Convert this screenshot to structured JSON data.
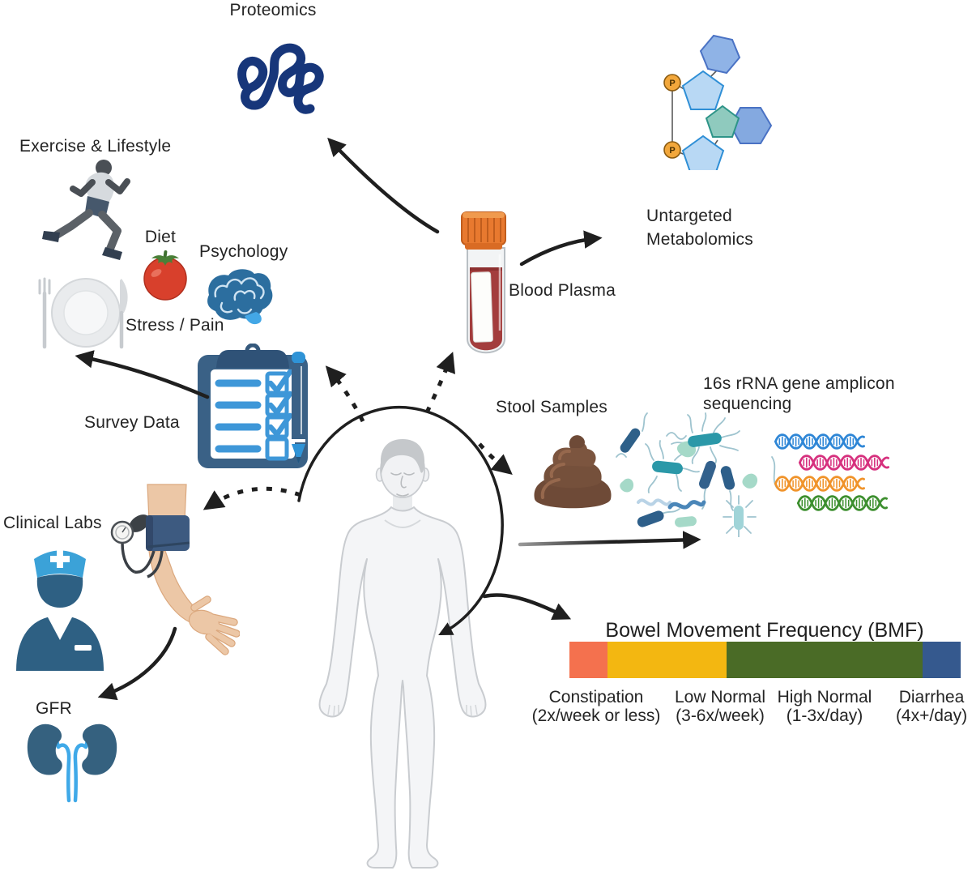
{
  "figure_type": "study-overview-diagram",
  "labels": {
    "proteomics": "Proteomics",
    "untargeted_metabolomics_line1": "Untargeted",
    "untargeted_metabolomics_line2": "Metabolomics",
    "exercise_lifestyle": "Exercise & Lifestyle",
    "diet": "Diet",
    "psychology": "Psychology",
    "stress_pain": "Stress / Pain",
    "survey_data": "Survey Data",
    "clinical_labs": "Clinical Labs",
    "gfr": "GFR",
    "blood_plasma": "Blood Plasma",
    "stool_samples": "Stool Samples",
    "sequencing_line1": "16s rRNA gene amplicon",
    "sequencing_line2": "sequencing",
    "phosphate": "P"
  },
  "bmf": {
    "title": "Bowel Movement Frequency (BMF)",
    "segments": [
      {
        "name": "Constipation",
        "range": "(2x/week or less)",
        "color": "#f4714e",
        "width_pct": 9.7
      },
      {
        "name": "Low Normal",
        "range": "(3-6x/week)",
        "color": "#f3b711",
        "width_pct": 30.5
      },
      {
        "name": "High Normal",
        "range": "(1-3x/day)",
        "color": "#4a6b26",
        "width_pct": 50.1
      },
      {
        "name": "Diarrhea",
        "range": "(4x+/day)",
        "color": "#35598e",
        "width_pct": 9.7
      }
    ]
  },
  "dna_colors": [
    "#2e86d6",
    "#d6317e",
    "#f0932a",
    "#3d8f2f"
  ],
  "icons": {
    "proteomics": "protein-tangle-icon",
    "metabolomics": "nucleotide-molecule-icon",
    "exercise": "running-person-icon",
    "diet": "tomato-icon",
    "meal": "plate-fork-knife-icon",
    "psychology": "brain-icon",
    "survey": "clipboard-checklist-icon",
    "survey_pen": "pen-icon",
    "clinical": "nurse-icon",
    "blood_pressure": "arm-blood-pressure-cuff-icon",
    "gfr": "kidneys-icon",
    "blood": "blood-collection-tube-icon",
    "stool": "stool-icon",
    "microbes": "gut-bacteria-icon",
    "sequencing": "dna-helix-icon",
    "subject": "human-body-icon"
  }
}
